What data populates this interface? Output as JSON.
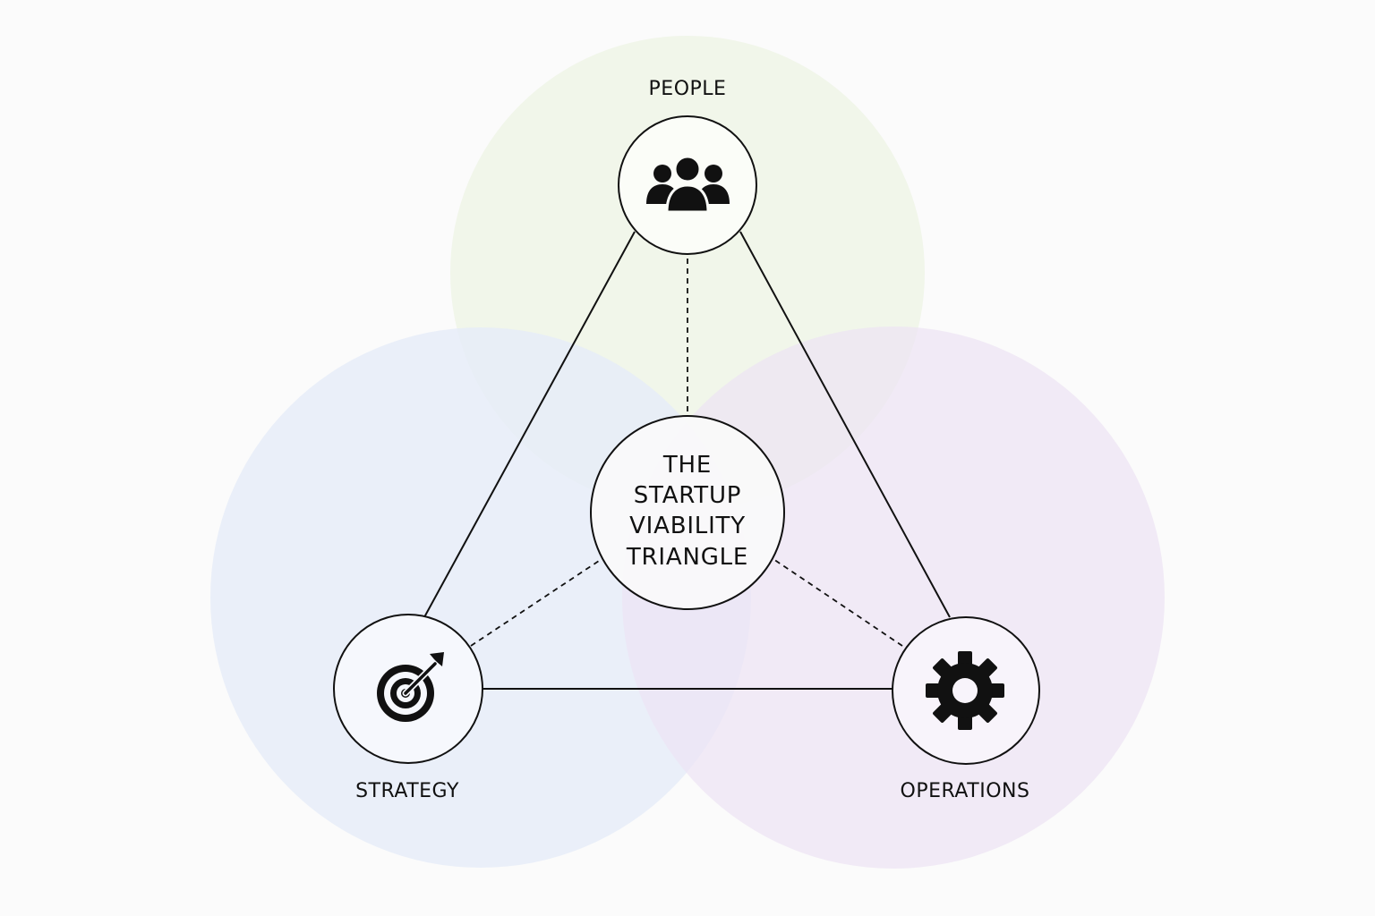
{
  "diagram": {
    "center": {
      "lines": [
        "THE",
        "STARTUP",
        "VIABILITY",
        "TRIANGLE"
      ]
    },
    "nodes": {
      "people": {
        "label": "PEOPLE",
        "icon": "people-group-icon",
        "zone_color": "#eef5e6"
      },
      "strategy": {
        "label": "STRATEGY",
        "icon": "target-arrow-icon",
        "zone_color": "#e6ecf8"
      },
      "operations": {
        "label": "OPERATIONS",
        "icon": "gear-icon",
        "zone_color": "#ede3f4"
      }
    },
    "line_color": "#111111"
  }
}
